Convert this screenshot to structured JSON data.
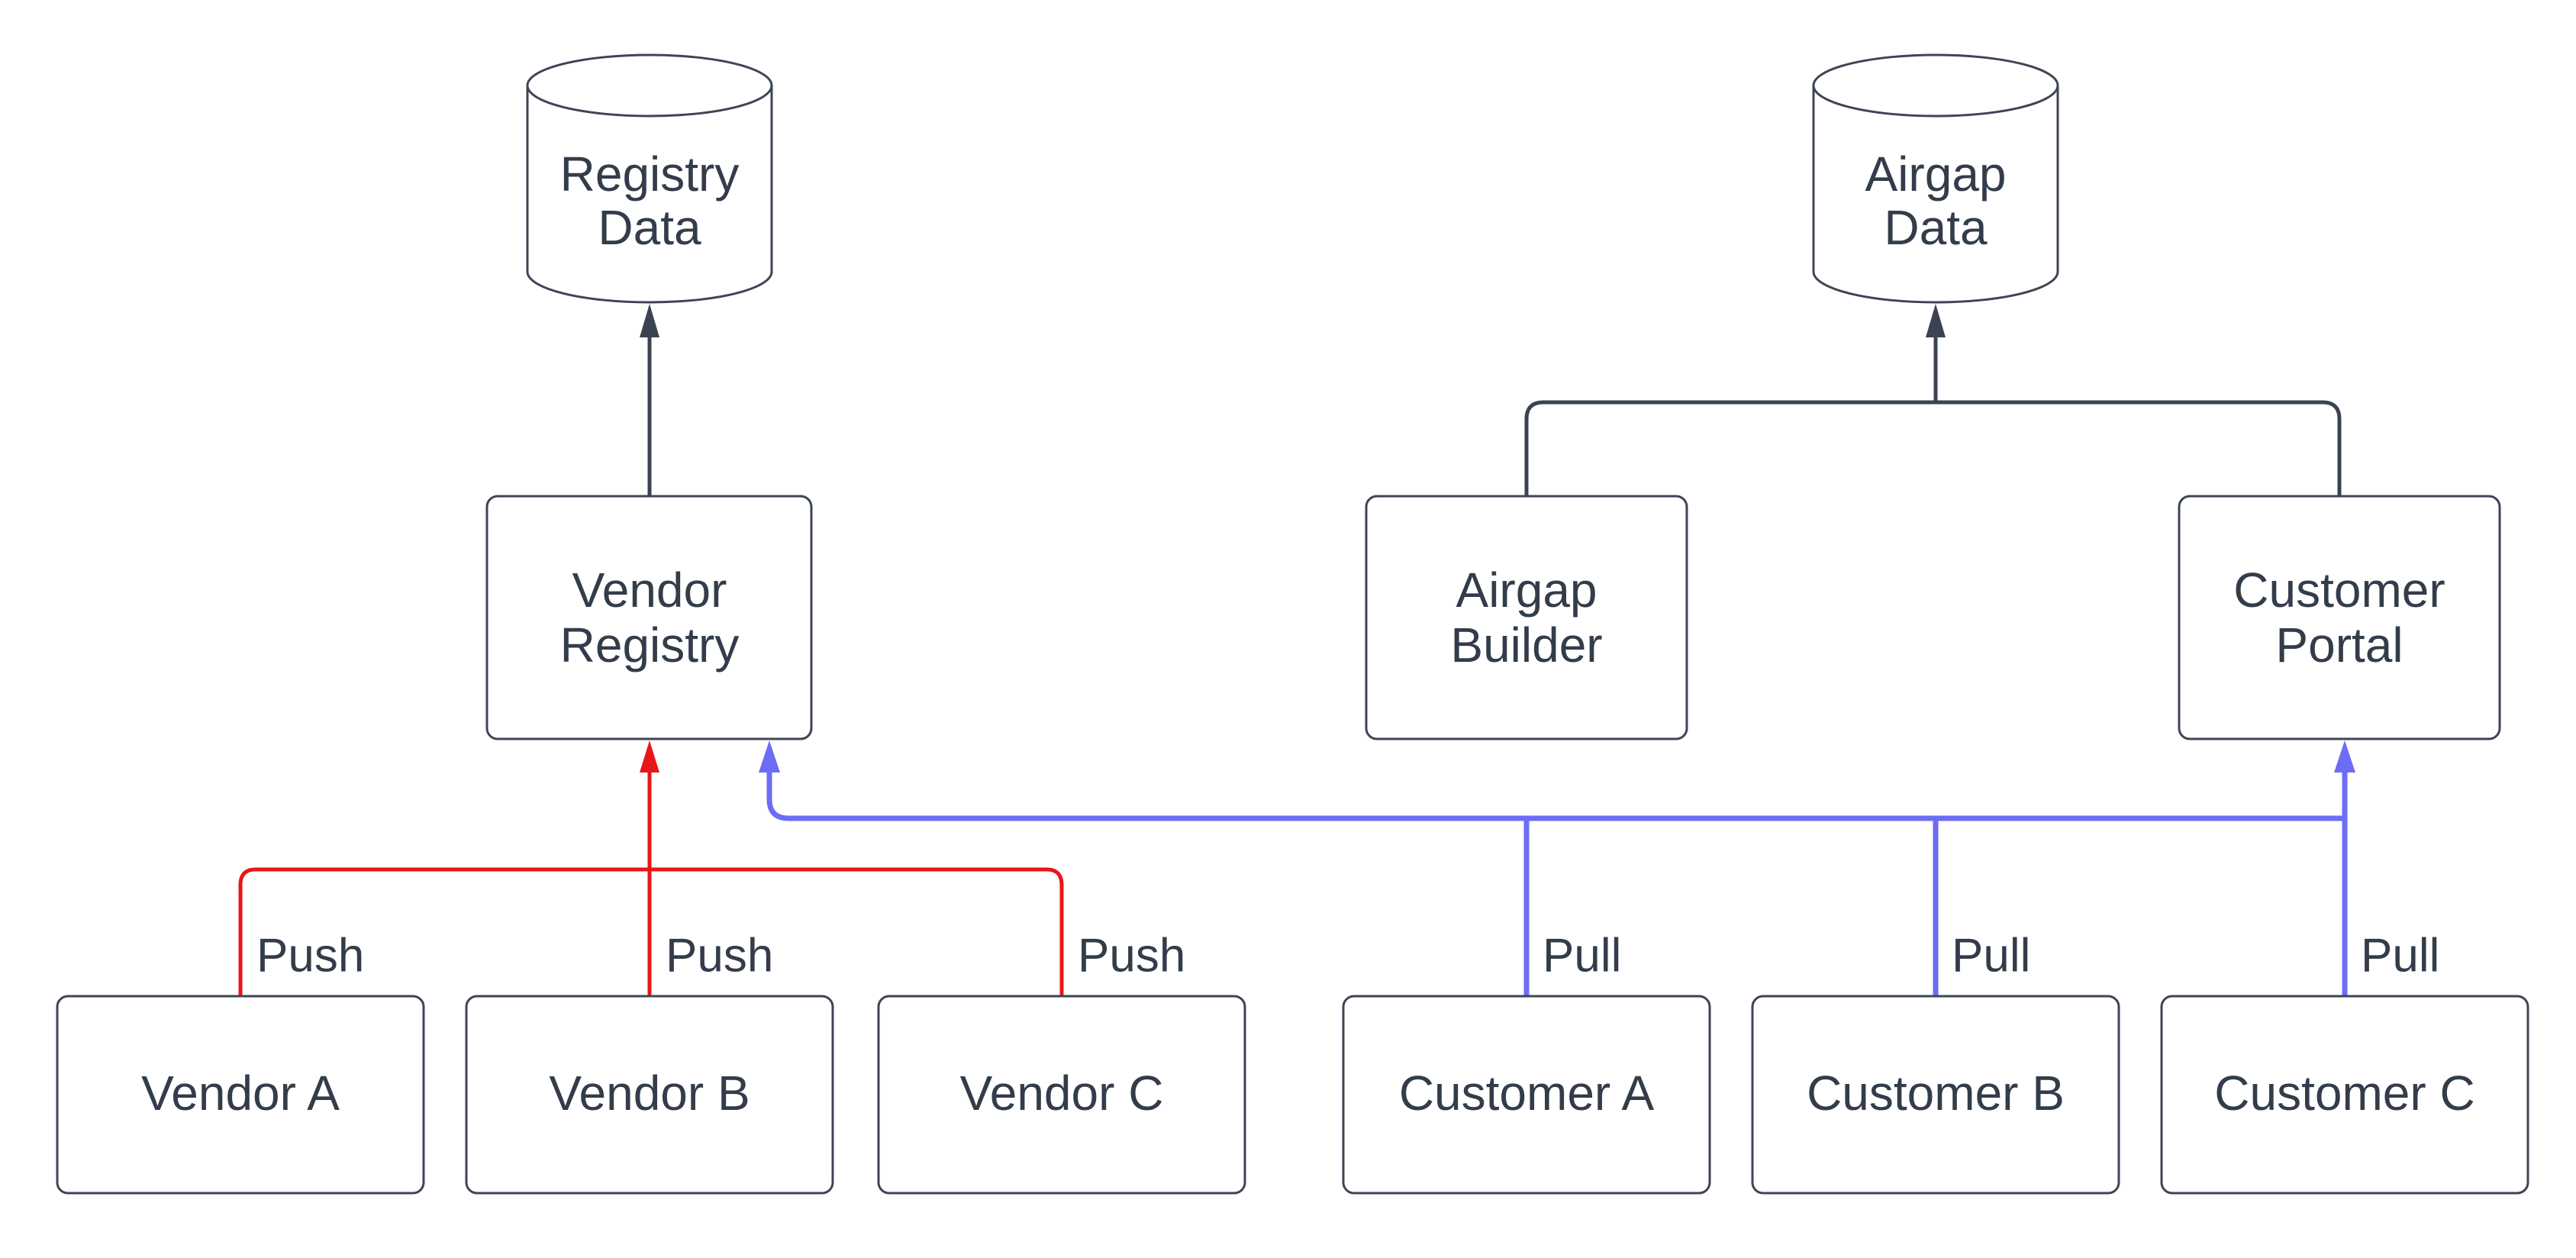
{
  "diagram": {
    "type": "flowchart",
    "background": "#ffffff",
    "colors": {
      "node_fill": "#ffffff",
      "node_border": "#3d4555",
      "text": "#333c4a",
      "edge_dark": "#3b4352",
      "edge_push": "#e81619",
      "edge_pull": "#6c6cf5"
    },
    "nodes": {
      "registry_data": {
        "shape": "cylinder",
        "line1": "Registry",
        "line2": "Data"
      },
      "airgap_data": {
        "shape": "cylinder",
        "line1": "Airgap",
        "line2": "Data"
      },
      "vendor_registry": {
        "shape": "rect",
        "line1": "Vendor",
        "line2": "Registry"
      },
      "airgap_builder": {
        "shape": "rect",
        "line1": "Airgap",
        "line2": "Builder"
      },
      "customer_portal": {
        "shape": "rect",
        "line1": "Customer",
        "line2": "Portal"
      },
      "vendor_a": {
        "shape": "rect",
        "label": "Vendor A"
      },
      "vendor_b": {
        "shape": "rect",
        "label": "Vendor B"
      },
      "vendor_c": {
        "shape": "rect",
        "label": "Vendor C"
      },
      "customer_a": {
        "shape": "rect",
        "label": "Customer A"
      },
      "customer_b": {
        "shape": "rect",
        "label": "Customer B"
      },
      "customer_c": {
        "shape": "rect",
        "label": "Customer C"
      }
    },
    "edges": [
      {
        "from": "Vendor Registry",
        "to": "Registry Data",
        "label": "",
        "color": "dark"
      },
      {
        "from": "Airgap Builder",
        "to": "Airgap Data",
        "label": "",
        "color": "dark"
      },
      {
        "from": "Customer Portal",
        "to": "Airgap Data",
        "label": "",
        "color": "dark"
      },
      {
        "from": "Vendor A",
        "to": "Vendor Registry",
        "label": "Push",
        "color": "push_red"
      },
      {
        "from": "Vendor B",
        "to": "Vendor Registry",
        "label": "Push",
        "color": "push_red"
      },
      {
        "from": "Vendor C",
        "to": "Vendor Registry",
        "label": "Push",
        "color": "push_red"
      },
      {
        "from": "Customer A",
        "to": "Vendor Registry",
        "label": "Pull",
        "color": "pull_blue"
      },
      {
        "from": "Customer B",
        "to": "Vendor Registry",
        "label": "Pull",
        "color": "pull_blue"
      },
      {
        "from": "Customer C",
        "to": "Customer Portal",
        "label": "Pull",
        "color": "pull_blue"
      }
    ]
  }
}
